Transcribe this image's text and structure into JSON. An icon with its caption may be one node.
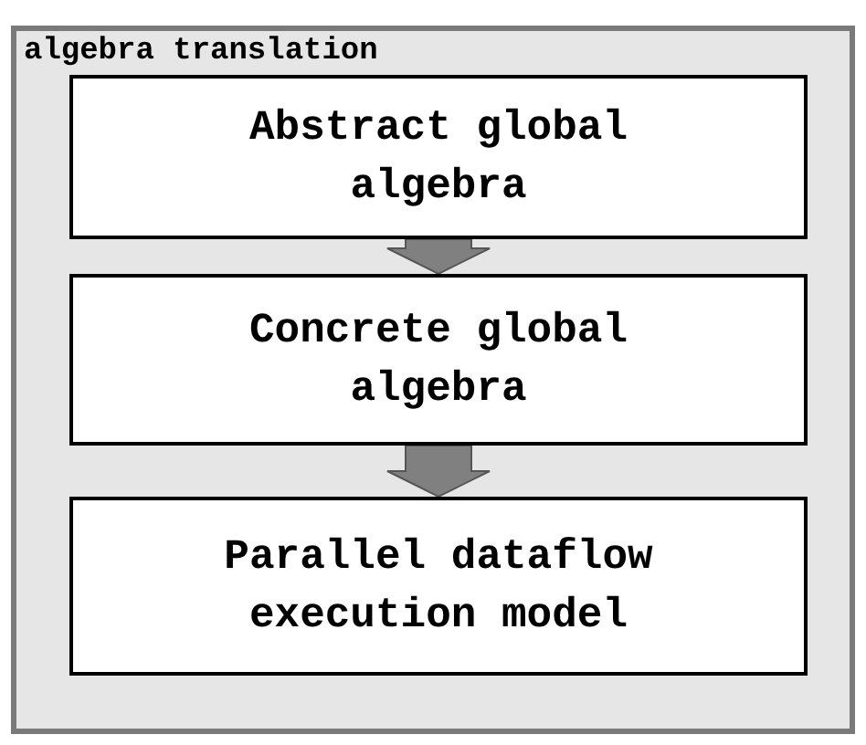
{
  "diagram": {
    "nodes": [
      {
        "text": [
          "algebra translation"
        ]
      },
      {
        "text": [
          "Abstract global algebra"
        ],
        "in": 0
      },
      {
        "text": [
          "Concrete global algebra"
        ],
        "in": 0
      },
      {
        "text": [
          "Parallel dataflow execution model"
        ],
        "in": 0
      }
    ],
    "edges": [
      {
        "from": 1,
        "to": 2,
        "arrow": "to"
      },
      {
        "from": 2,
        "to": 3,
        "arrow": "to"
      }
    ]
  }
}
